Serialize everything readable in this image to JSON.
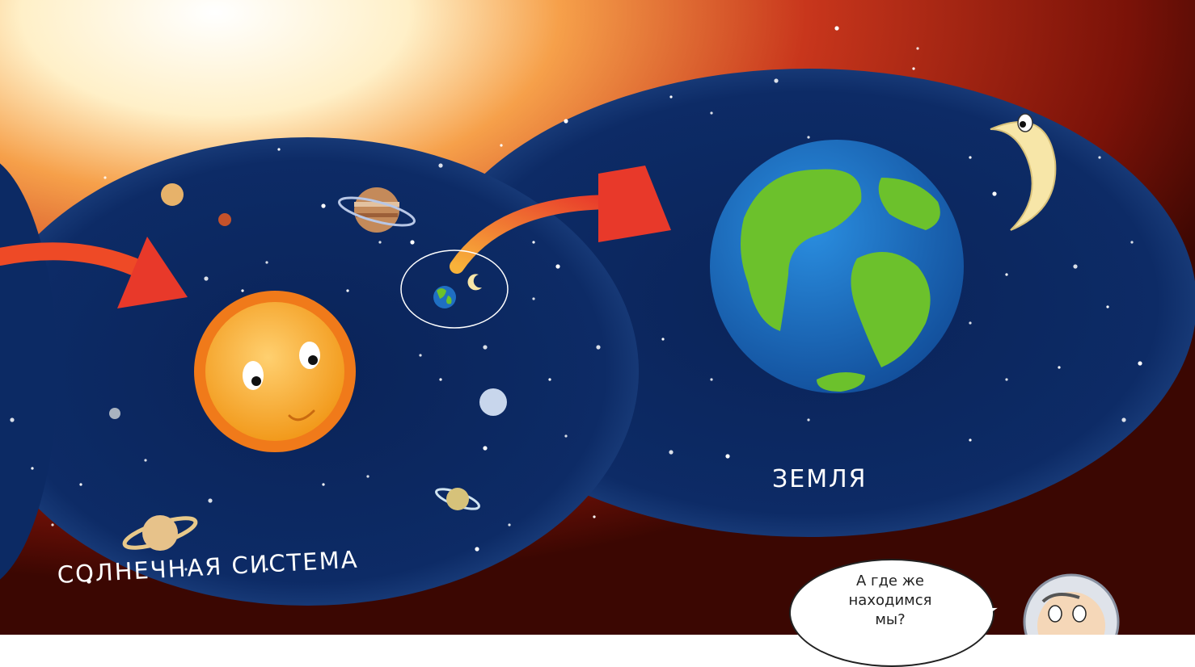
{
  "labels": {
    "earth": "ЗЕМЛЯ",
    "solar_system": "СОЛНЕЧНАЯ СИСТЕМА"
  },
  "speech_bubble": {
    "text": "А где же\nнаходимся\nмы?"
  },
  "icons": [
    "sun-icon",
    "earth-icon",
    "moon-icon",
    "saturn-icon",
    "jupiter-icon",
    "arrow-icon",
    "astronaut-icon"
  ],
  "colors": {
    "space_blue": "#0a2358",
    "space_glow": "#234a8a",
    "sun_orange": "#f5a623",
    "arrow_red": "#e8392a",
    "earth_blue": "#1f6fc2",
    "earth_green": "#6cc12c",
    "moon_yellow": "#f7e6a8"
  }
}
